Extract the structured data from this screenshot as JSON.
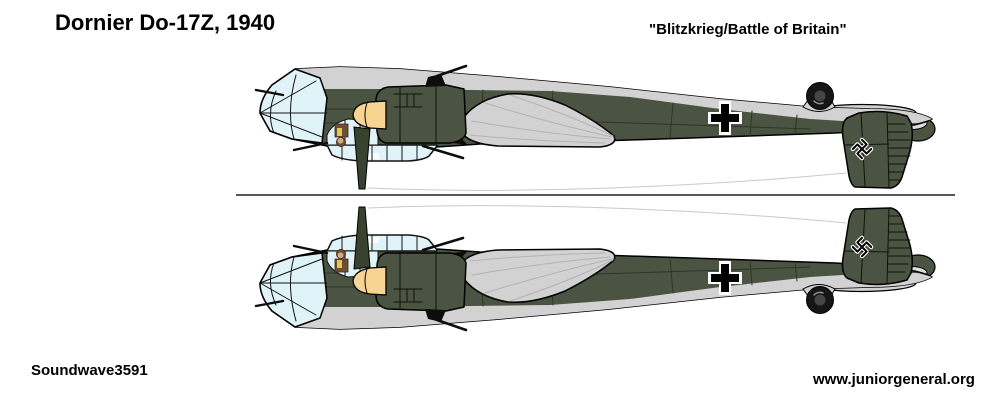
{
  "page": {
    "title": "Dornier Do-17Z, 1940",
    "subtitle": "\"Blitzkrieg/Battle of Britain\"",
    "credit": "Soundwave3591",
    "website": "www.juniorgeneral.org"
  },
  "figure": {
    "subject": "Dornier Do-17Z side profile, Luftwaffe 1940",
    "views": [
      "inverted fold-over profile (top)",
      "upright profile (bottom)"
    ],
    "markings": [
      "balkenkreuz fuselage cross",
      "tail swastika"
    ],
    "colors": {
      "camo_green": "#4b5442",
      "camo_green_line": "#2e3526",
      "underside_gray": "#d2d2d2",
      "underside_gray_light": "#dedede",
      "wing_panel_line": "#b3b3b3",
      "farwing_outline": "#c9c9c9",
      "canopy_blue": "#e0f3f8",
      "frame_black": "#141414",
      "spinner_tan": "#f7d492",
      "blade_green": "#39412f",
      "tire_black": "#161616",
      "hub_gray": "#454545",
      "pilot_brown": "#6e4e35",
      "pilot_skin": "#d9a87e",
      "pilot_vest_yellow": "#e0cb4e",
      "marking_black": "#000000",
      "marking_white": "#ffffff",
      "separator_gray": "#565656"
    }
  }
}
